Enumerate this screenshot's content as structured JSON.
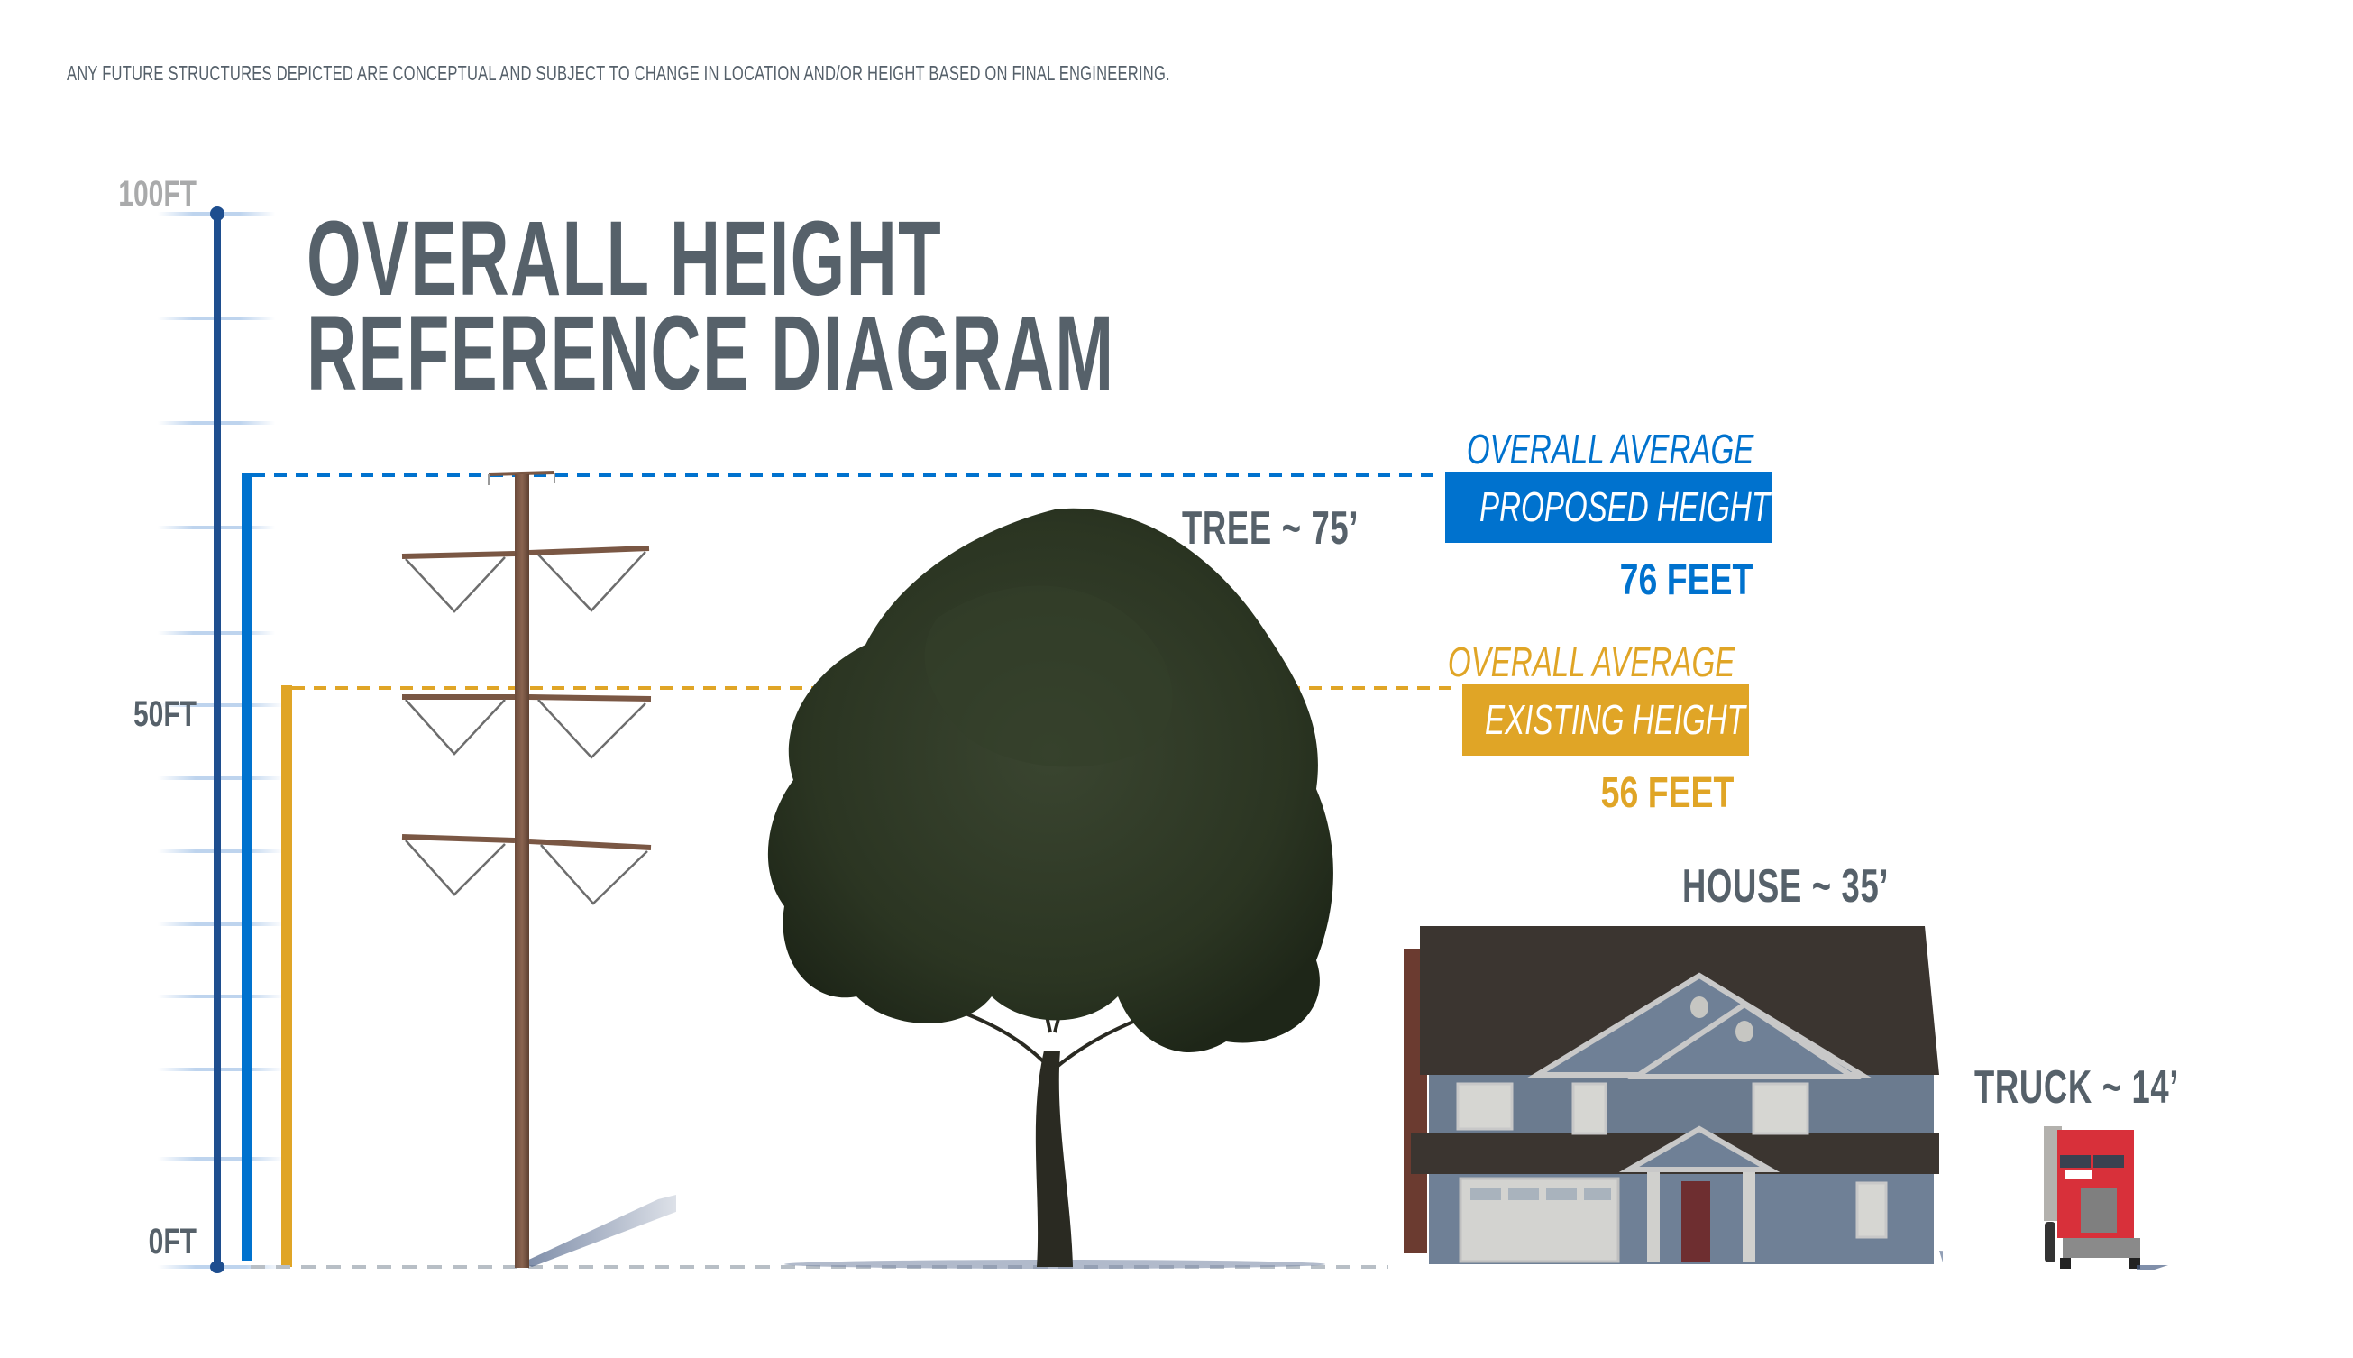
{
  "disclaimer": "ANY FUTURE STRUCTURES DEPICTED ARE CONCEPTUAL AND SUBJECT TO CHANGE IN LOCATION AND/OR HEIGHT BASED ON FINAL ENGINEERING.",
  "title": {
    "line1": "OVERALL HEIGHT",
    "line2": "REFERENCE DIAGRAM"
  },
  "scale": {
    "labels": {
      "top": "100FT",
      "middle": "50FT",
      "bottom": "0FT"
    },
    "min_ft": 0,
    "max_ft": 100,
    "tick_interval_ft": 10
  },
  "proposed": {
    "caption": "OVERALL AVERAGE",
    "label": "PROPOSED HEIGHT",
    "value": "76 FEET",
    "height_ft": 76,
    "color": "#0072ce"
  },
  "existing": {
    "caption": "OVERALL AVERAGE",
    "label": "EXISTING HEIGHT",
    "value": "56 FEET",
    "height_ft": 56,
    "color": "#e0a526"
  },
  "references": [
    {
      "name": "TREE ~ 75’",
      "height_ft": 75
    },
    {
      "name": "HOUSE ~ 35’",
      "height_ft": 35
    },
    {
      "name": "TRUCK ~ 14’",
      "height_ft": 14
    }
  ],
  "colors": {
    "scale_bar": "#1e4e8f",
    "tick": "#bed4ee",
    "text_gray": "#56616a",
    "top_label_gray": "#a9aaab",
    "baseline": "#b8bfc6"
  }
}
